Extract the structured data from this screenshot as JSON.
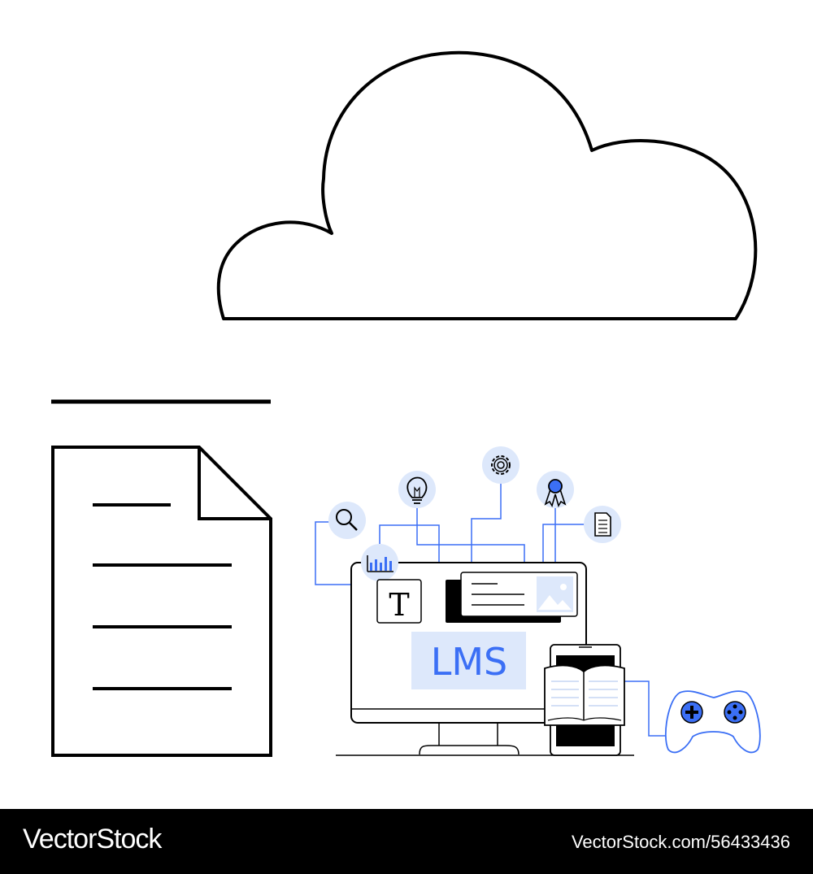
{
  "illustration": {
    "screen_label": "LMS",
    "text_tool_glyph": "T",
    "colors": {
      "stroke": "#000000",
      "accent": "#3b6ff5",
      "accent_light": "#dde8fb"
    },
    "icons": [
      "cloud-icon",
      "document-icon",
      "search-icon",
      "bar-chart-icon",
      "lightbulb-icon",
      "gear-icon",
      "award-ribbon-icon",
      "file-icon",
      "image-icon",
      "open-book-icon",
      "tablet-icon",
      "gamepad-icon",
      "monitor-icon"
    ]
  },
  "footer": {
    "brand": "VectorStock",
    "image_id": "VectorStock.com/56433436"
  }
}
